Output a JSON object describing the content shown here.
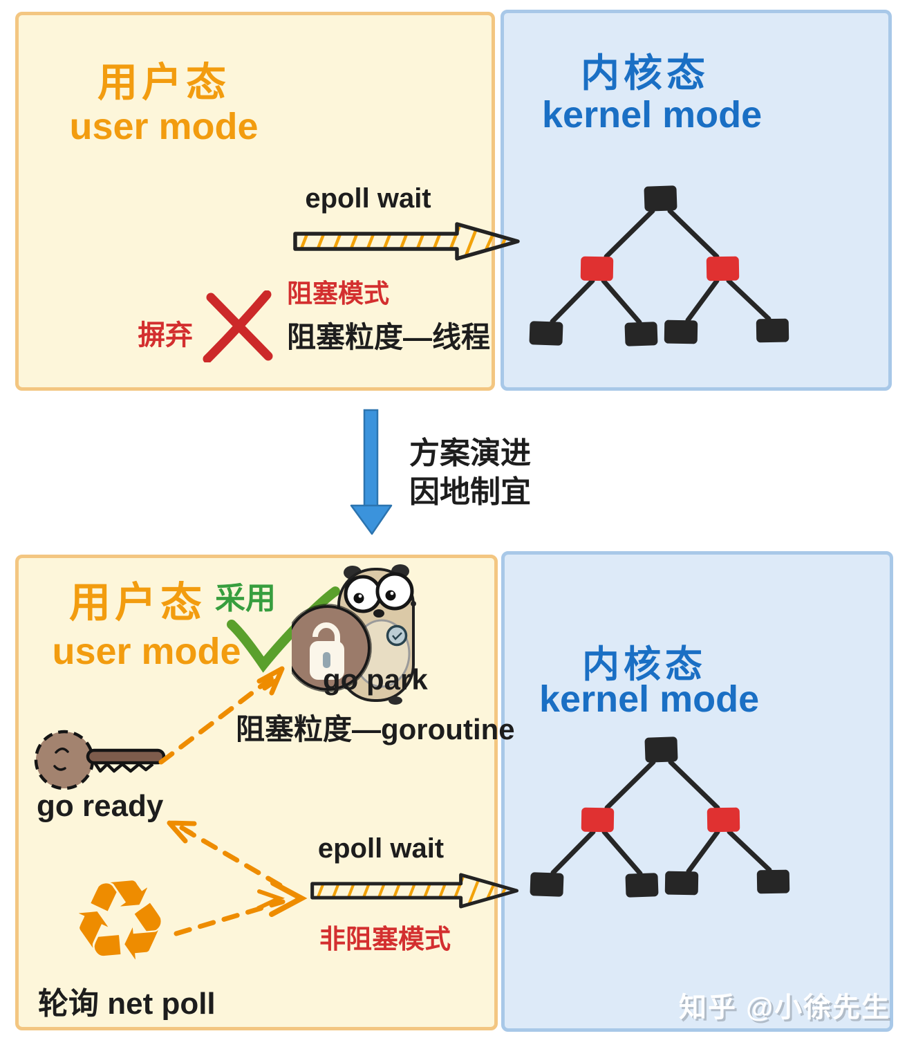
{
  "colors": {
    "orange_text": "#f29c0f",
    "blue_text": "#1a6fc4",
    "red_text": "#d32f2f",
    "green_text": "#379e3e",
    "panel_yellow_bg": "#fdf6da",
    "panel_yellow_border": "#f3c681",
    "panel_blue_bg": "#ddeaf8",
    "panel_blue_border": "#a8c8e8",
    "tree_red_node": "#e03131",
    "tree_black_node": "#262626",
    "hand_arrow_orange": "#ee8c00",
    "transition_arrow_blue": "#3b93dc"
  },
  "top_user": {
    "title_zh": "用户态",
    "title_en": "user mode",
    "epoll": "epoll wait",
    "mode": "阻塞模式",
    "granularity": "阻塞粒度—线程",
    "verdict": "摒弃"
  },
  "top_kernel": {
    "title_zh": "内核态",
    "title_en": "kernel mode"
  },
  "transition": {
    "line1": "方案演进",
    "line2": "因地制宜"
  },
  "bottom_user": {
    "title_zh": "用户态",
    "title_en": "user mode",
    "verdict": "采用",
    "go_park": "go park",
    "granularity": "阻塞粒度—goroutine",
    "go_ready": "go ready",
    "recycle_glyph": "♻",
    "net_poll": "轮询 net poll",
    "epoll": "epoll wait",
    "mode": "非阻塞模式"
  },
  "bottom_kernel": {
    "title_zh": "内核态",
    "title_en": "kernel mode"
  },
  "watermark": "知乎 @小徐先生"
}
